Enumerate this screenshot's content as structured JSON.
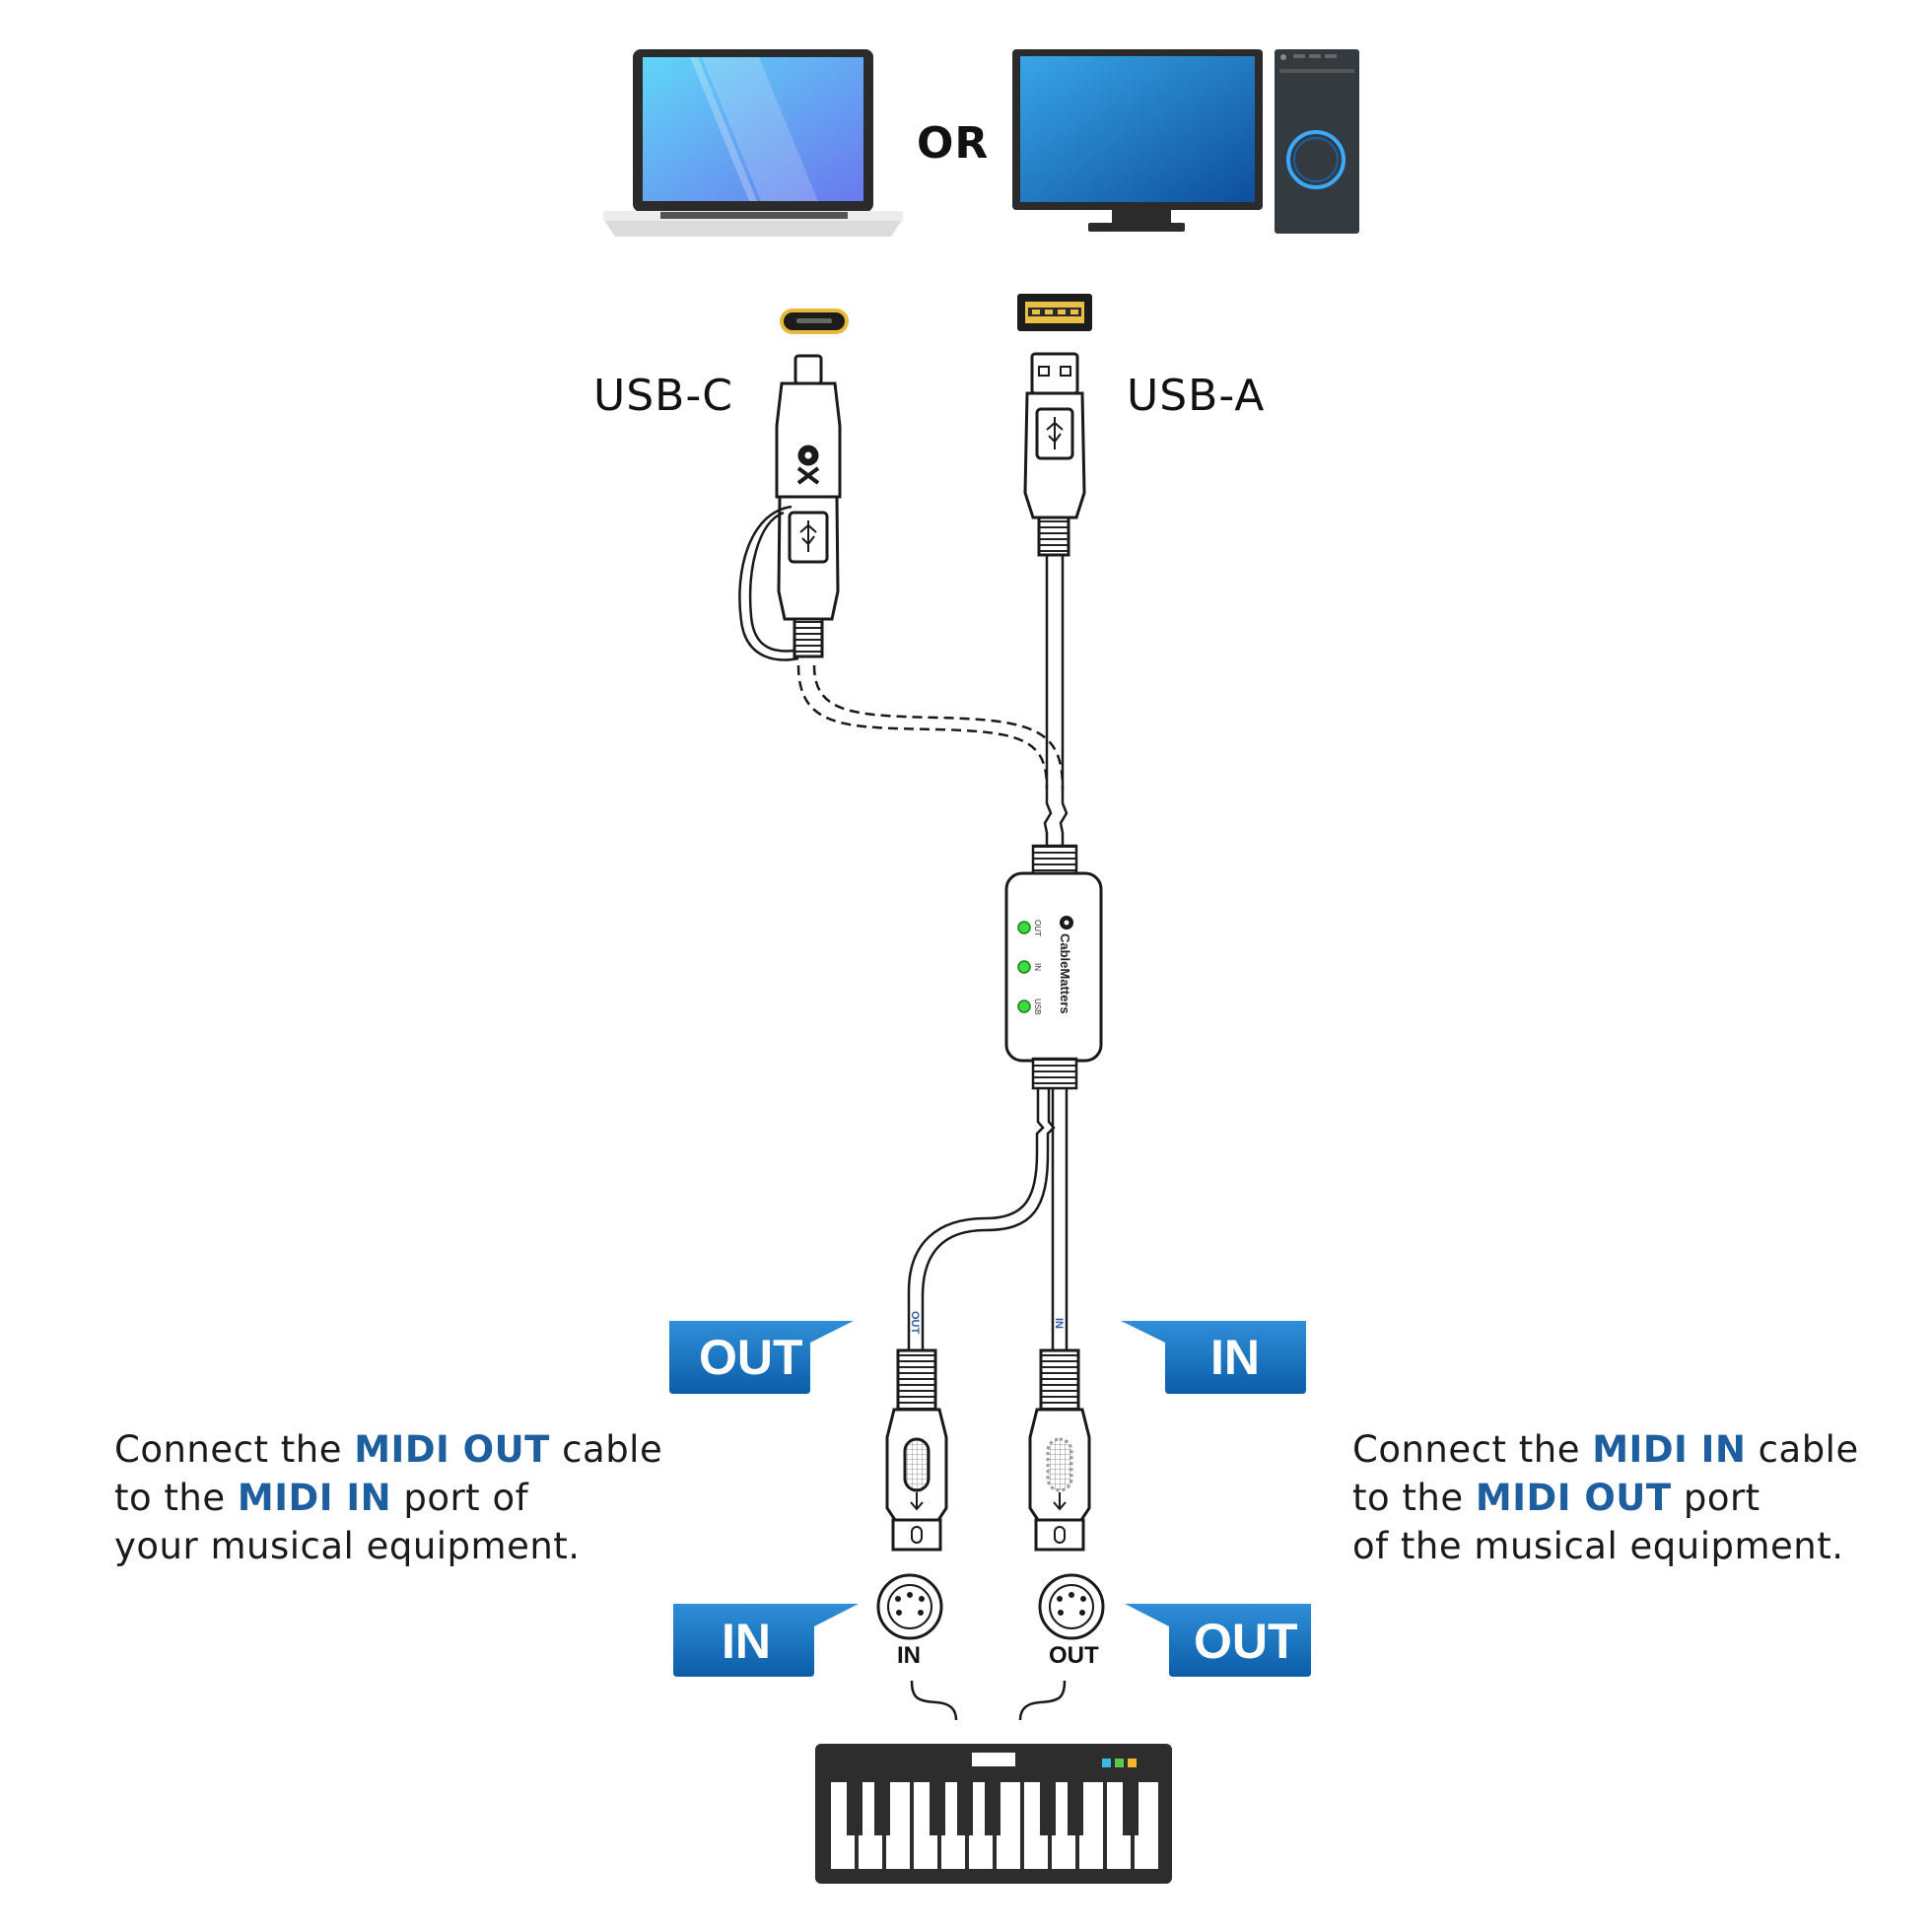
{
  "header": {
    "or_label": "OR"
  },
  "connectors": {
    "usb_c_label": "USB-C",
    "usb_a_label": "USB-A"
  },
  "adapter": {
    "brand": "CableMatters",
    "leds": [
      "OUT",
      "IN",
      "USB"
    ]
  },
  "cable_tags": {
    "out_cable": "OUT",
    "in_cable": "IN"
  },
  "tags": {
    "top_left": "OUT",
    "top_right": "IN",
    "bottom_left": "IN",
    "bottom_right": "OUT"
  },
  "device_ports": {
    "in": "IN",
    "out": "OUT"
  },
  "instructions": {
    "left": {
      "l1_pre": "Connect the ",
      "l1_hl": "MIDI OUT",
      "l1_post": " cable",
      "l2_pre": "to the ",
      "l2_hl": "MIDI IN",
      "l2_post": " port of",
      "l3": "your musical equipment."
    },
    "right": {
      "l1_pre": "Connect the ",
      "l1_hl": "MIDI IN",
      "l1_post": " cable",
      "l2_pre": "to the ",
      "l2_hl": "MIDI OUT",
      "l2_post": " port",
      "l3": "of the musical equipment."
    }
  },
  "colors": {
    "accent_blue": "#1d6fb8",
    "highlight_text": "#1d5e9e",
    "led_green": "#3ddc3d"
  }
}
